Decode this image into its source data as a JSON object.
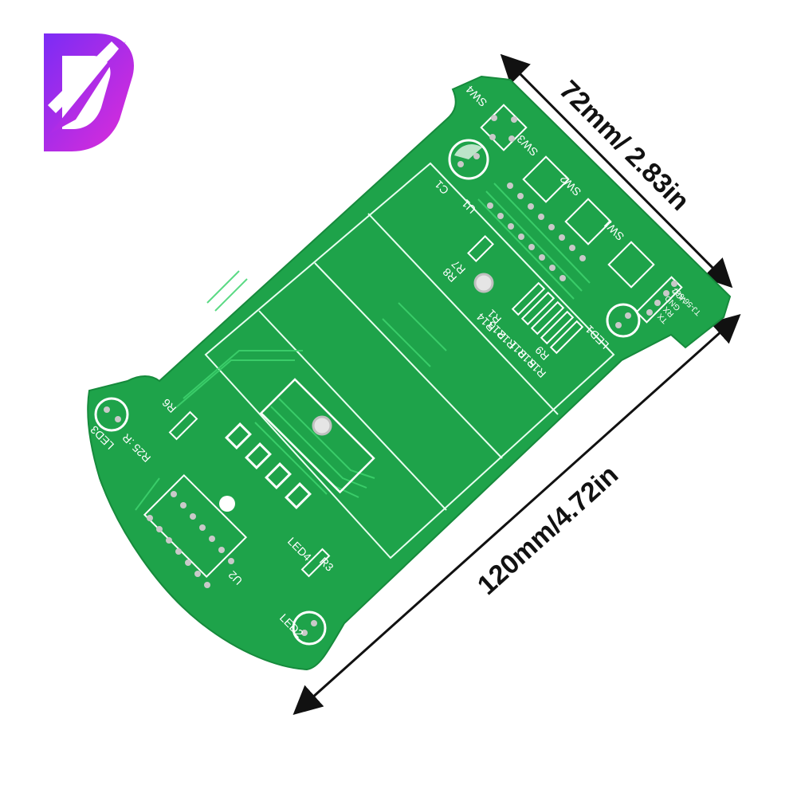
{
  "logo": {
    "letter": "D",
    "gradient_from": "#7b2cf5",
    "gradient_to": "#e02cd8"
  },
  "dimensions": {
    "width_label": "72mm/ 2.83in",
    "length_label": "120mm/4.72in"
  },
  "board": {
    "color": "#1ea34a",
    "trace_color": "#33c462",
    "silk_color": "#ffffff",
    "labels": {
      "sw4": "SW4",
      "sw3": "SW3",
      "sw2": "SW2",
      "sw1": "SW1",
      "c1": "C1",
      "u1": "U1",
      "r7": "R7",
      "r8": "R8",
      "r1": "R1",
      "r11": "R11",
      "r12": "R12",
      "r13": "R13",
      "r14": "R14",
      "r15": "R15",
      "r9": "R9",
      "r10": "R10",
      "led1": "LED1",
      "led2": "LED2",
      "led3": "LED3",
      "led4": "LED4",
      "r6": "R6",
      "r3": "R3",
      "u2": "U2",
      "r25": "R25 :R",
      "vcc": "VCC",
      "gnd": "GND",
      "rx": "RX",
      "tx": "TX",
      "model": "TJ-56-667"
    }
  }
}
